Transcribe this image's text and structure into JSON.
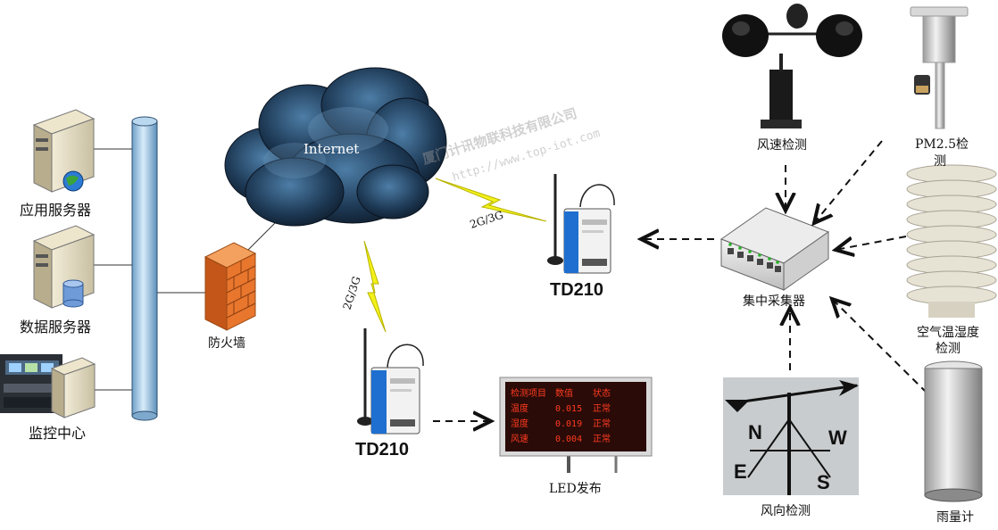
{
  "labels": {
    "app_server": "应用服务器",
    "data_server": "数据服务器",
    "monitor_center": "监控中心",
    "firewall": "防火墙",
    "internet": "Internet",
    "link_top": "2G/3G",
    "link_left": "2G/3G",
    "td210_top": "TD210",
    "td210_bottom": "TD210",
    "led": "LED发布",
    "collector": "集中采集器",
    "wind_speed": "风速检测",
    "pm25_line1": "PM2.5检",
    "pm25_line2": "测",
    "air_line1": "空气温湿度",
    "air_line2": "检测",
    "wind_dir": "风向检测",
    "rain": "雨量计"
  },
  "watermark": {
    "company": "厦门计讯物联科技有限公司",
    "url": "http://www.top-iot.com"
  },
  "led_rows": [
    [
      "检测项目",
      "数值",
      "状态"
    ],
    [
      "温度",
      "0.015",
      "正常"
    ],
    [
      "湿度",
      "0.019",
      "正常"
    ],
    [
      "风速",
      "0.004",
      "正常"
    ]
  ],
  "colors": {
    "pipe": "#9ec7e8",
    "cloud": "#1f3a55",
    "firewall": "#e8762d",
    "bolt": "#f2f21a",
    "modem": "#1e6fd0",
    "led_bg": "#2a0b08",
    "led_text": "#ff3b1f"
  }
}
